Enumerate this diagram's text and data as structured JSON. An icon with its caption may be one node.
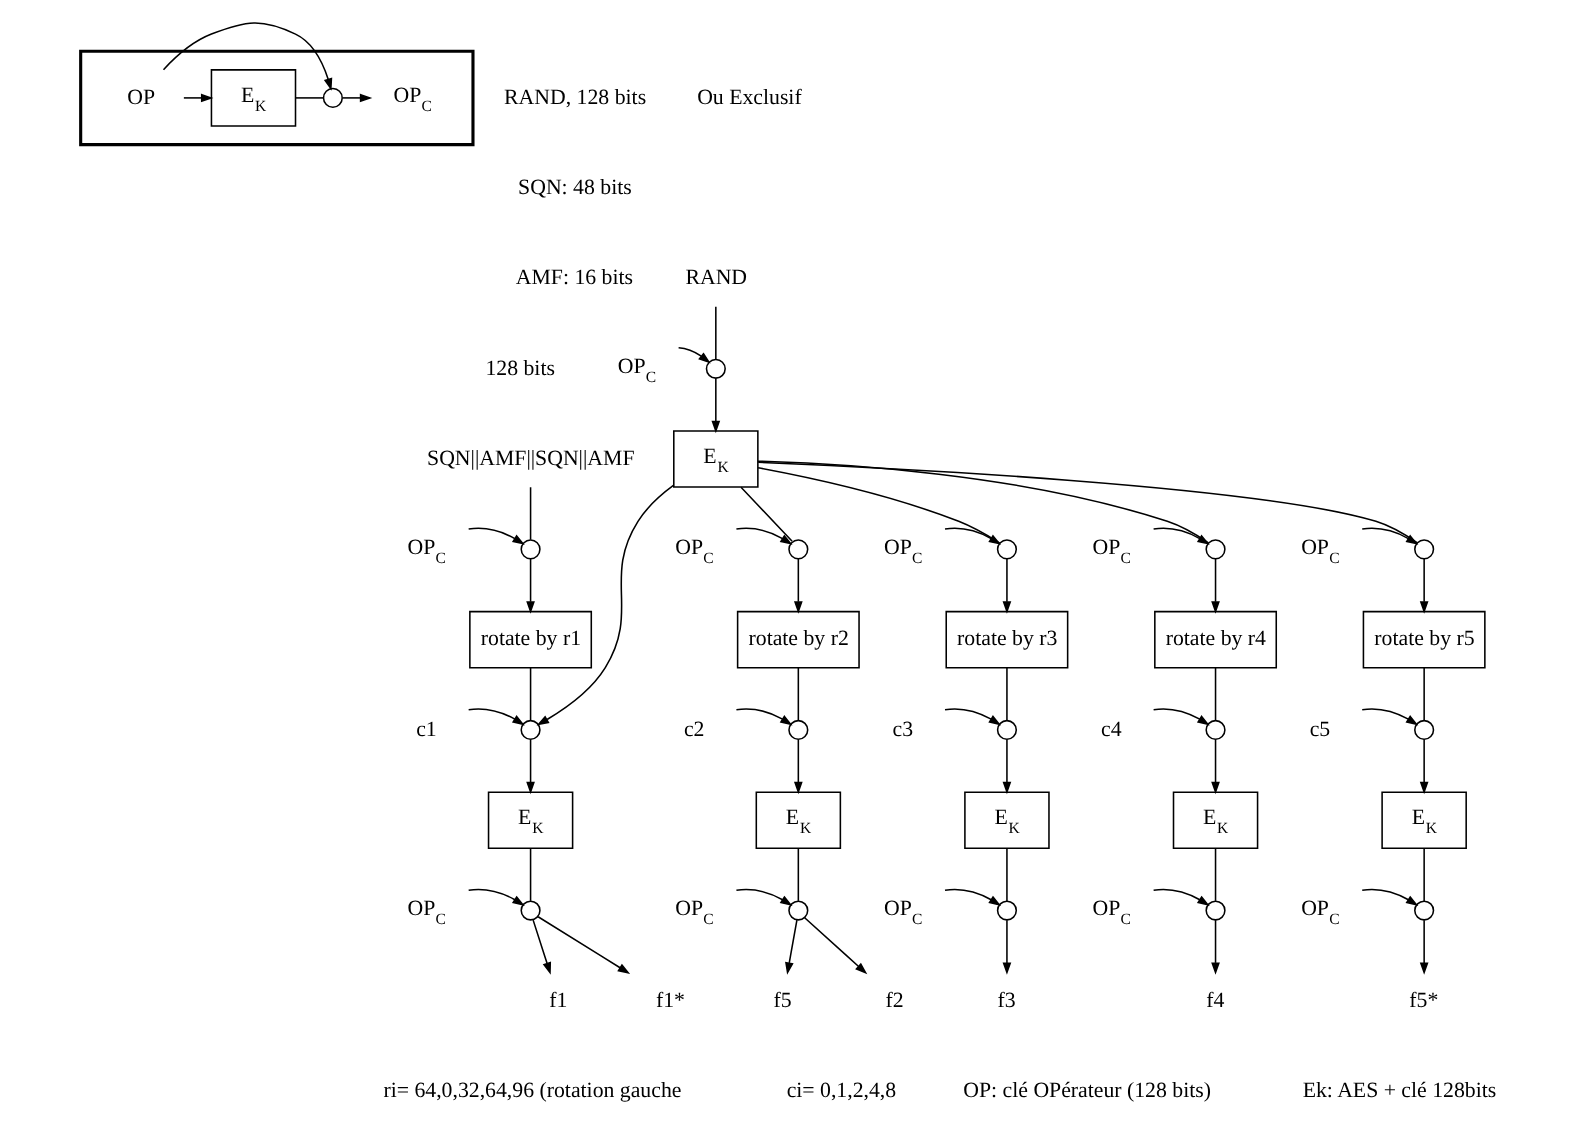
{
  "diagram": {
    "nodes": [
      {
        "text": [],
        "shape": "box"
      },
      {
        "text": [
          "OP"
        ],
        "in": 0
      },
      {
        "text": [
          "E$_{K}$"
        ],
        "in": 0
      },
      {
        "text": [],
        "shape": "circle",
        "in": 0
      },
      {
        "text": [
          "OP$_{C}$"
        ],
        "in": 0
      },
      {
        "text": [
          "SQN||AMF||SQN||AMF"
        ]
      },
      {
        "text": [
          "RAND"
        ]
      },
      {
        "text": [
          "OP$_{C}$"
        ]
      },
      {
        "text": [],
        "shape": "circle"
      },
      {
        "text": [
          "E$_{K}$"
        ]
      },
      {
        "text": [
          "OP$_{C}$"
        ]
      },
      {
        "text": [],
        "shape": "circle"
      },
      {
        "text": [
          "rotate by r1"
        ]
      },
      {
        "text": [
          "c1"
        ]
      },
      {
        "text": [],
        "shape": "circle"
      },
      {
        "text": [
          "E$_{K}$"
        ]
      },
      {
        "text": [
          "OP$_{C}$"
        ]
      },
      {
        "text": [],
        "shape": "circle"
      },
      {
        "text": [
          "OP$_{C}$"
        ]
      },
      {
        "text": [],
        "shape": "circle"
      },
      {
        "text": [
          "rotate by r2"
        ]
      },
      {
        "text": [
          "c2"
        ]
      },
      {
        "text": [],
        "shape": "circle"
      },
      {
        "text": [
          "E$_{K}$"
        ]
      },
      {
        "text": [
          "OP$_{C}$"
        ]
      },
      {
        "text": [],
        "shape": "circle"
      },
      {
        "text": [
          "OP$_{C}$"
        ]
      },
      {
        "text": [],
        "shape": "circle"
      },
      {
        "text": [
          "rotate by r3"
        ]
      },
      {
        "text": [
          "c3"
        ]
      },
      {
        "text": [],
        "shape": "circle"
      },
      {
        "text": [
          "E$_{K}$"
        ]
      },
      {
        "text": [
          "OP$_{C}$"
        ]
      },
      {
        "text": [],
        "shape": "circle"
      },
      {
        "text": [
          "OP$_{C}$"
        ]
      },
      {
        "text": [],
        "shape": "circle"
      },
      {
        "text": [
          "rotate by r4"
        ]
      },
      {
        "text": [
          "c4"
        ]
      },
      {
        "text": [],
        "shape": "circle"
      },
      {
        "text": [
          "E$_{K}$"
        ]
      },
      {
        "text": [
          "OP$_{C}$"
        ]
      },
      {
        "text": [],
        "shape": "circle"
      },
      {
        "text": [
          "OP$_{C}$"
        ]
      },
      {
        "text": [],
        "shape": "circle"
      },
      {
        "text": [
          "rotate by r5"
        ]
      },
      {
        "text": [
          "c5"
        ]
      },
      {
        "text": [],
        "shape": "circle"
      },
      {
        "text": [
          "E$_{K}$"
        ]
      },
      {
        "text": [
          "OP$_{C}$"
        ]
      },
      {
        "text": [],
        "shape": "circle"
      },
      {
        "text": [
          "f1"
        ]
      },
      {
        "text": [
          "f1*"
        ]
      },
      {
        "text": [
          "f5"
        ]
      },
      {
        "text": [
          "f2"
        ]
      },
      {
        "text": [
          "f3"
        ]
      },
      {
        "text": [
          "f4"
        ]
      },
      {
        "text": [
          "f5*"
        ]
      }
    ],
    "edges": [
      {
        "from": 1,
        "to": 2,
        "arrow": "to"
      },
      {
        "from": 2,
        "to": 3,
        "arrow": "none"
      },
      {
        "from": 3,
        "to": 4,
        "arrow": "to"
      },
      {
        "from": 1,
        "to": 3,
        "arrow": "to"
      },
      {
        "from": 6,
        "to": 8,
        "arrow": "none"
      },
      {
        "from": 7,
        "to": 8,
        "arrow": "to"
      },
      {
        "from": 8,
        "to": 9,
        "arrow": "to"
      },
      {
        "from": 9,
        "to": 14,
        "arrow": "to"
      },
      {
        "from": 9,
        "to": 19,
        "arrow": "none"
      },
      {
        "from": 9,
        "to": 27,
        "arrow": "none"
      },
      {
        "from": 9,
        "to": 35,
        "arrow": "none"
      },
      {
        "from": 9,
        "to": 43,
        "arrow": "none"
      },
      {
        "from": 5,
        "to": 11,
        "arrow": "none"
      },
      {
        "from": 10,
        "to": 11,
        "arrow": "to"
      },
      {
        "from": 11,
        "to": 12,
        "arrow": "to"
      },
      {
        "from": 12,
        "to": 14,
        "arrow": "none"
      },
      {
        "from": 13,
        "to": 14,
        "arrow": "to"
      },
      {
        "from": 14,
        "to": 15,
        "arrow": "to"
      },
      {
        "from": 15,
        "to": 17,
        "arrow": "none"
      },
      {
        "from": 16,
        "to": 17,
        "arrow": "to"
      },
      {
        "from": 17,
        "to": 50,
        "arrow": "to"
      },
      {
        "from": 17,
        "to": 51,
        "arrow": "to"
      },
      {
        "from": 18,
        "to": 19,
        "arrow": "to"
      },
      {
        "from": 19,
        "to": 20,
        "arrow": "to"
      },
      {
        "from": 20,
        "to": 22,
        "arrow": "none"
      },
      {
        "from": 21,
        "to": 22,
        "arrow": "to"
      },
      {
        "from": 22,
        "to": 23,
        "arrow": "to"
      },
      {
        "from": 23,
        "to": 25,
        "arrow": "none"
      },
      {
        "from": 24,
        "to": 25,
        "arrow": "to"
      },
      {
        "from": 25,
        "to": 52,
        "arrow": "to"
      },
      {
        "from": 25,
        "to": 53,
        "arrow": "to"
      },
      {
        "from": 26,
        "to": 27,
        "arrow": "to"
      },
      {
        "from": 27,
        "to": 28,
        "arrow": "to"
      },
      {
        "from": 28,
        "to": 30,
        "arrow": "none"
      },
      {
        "from": 29,
        "to": 30,
        "arrow": "to"
      },
      {
        "from": 30,
        "to": 31,
        "arrow": "to"
      },
      {
        "from": 31,
        "to": 33,
        "arrow": "none"
      },
      {
        "from": 32,
        "to": 33,
        "arrow": "to"
      },
      {
        "from": 33,
        "to": 54,
        "arrow": "to"
      },
      {
        "from": 34,
        "to": 35,
        "arrow": "to"
      },
      {
        "from": 35,
        "to": 36,
        "arrow": "to"
      },
      {
        "from": 36,
        "to": 38,
        "arrow": "none"
      },
      {
        "from": 37,
        "to": 38,
        "arrow": "to"
      },
      {
        "from": 38,
        "to": 39,
        "arrow": "to"
      },
      {
        "from": 39,
        "to": 41,
        "arrow": "none"
      },
      {
        "from": 40,
        "to": 41,
        "arrow": "to"
      },
      {
        "from": 41,
        "to": 55,
        "arrow": "to"
      },
      {
        "from": 42,
        "to": 43,
        "arrow": "to"
      },
      {
        "from": 43,
        "to": 44,
        "arrow": "to"
      },
      {
        "from": 44,
        "to": 46,
        "arrow": "none"
      },
      {
        "from": 45,
        "to": 46,
        "arrow": "to"
      },
      {
        "from": 46,
        "to": 47,
        "arrow": "to"
      },
      {
        "from": 47,
        "to": 49,
        "arrow": "none"
      },
      {
        "from": 48,
        "to": 49,
        "arrow": "to"
      },
      {
        "from": 49,
        "to": 56,
        "arrow": "to"
      }
    ],
    "labels": [
      "RAND, 128 bits",
      "SQN: 48 bits",
      "AMF: 16 bits",
      "128 bits",
      "ri= 64,0,32,64,96 (rotation gauche",
      "ci= 0,1,2,4,8",
      "OP: clé OPérateur (128 bits)",
      "Ek: AES + clé 128bits"
    ],
    "legend": [
      {
        "text": "Ou Exclusif"
      }
    ]
  }
}
